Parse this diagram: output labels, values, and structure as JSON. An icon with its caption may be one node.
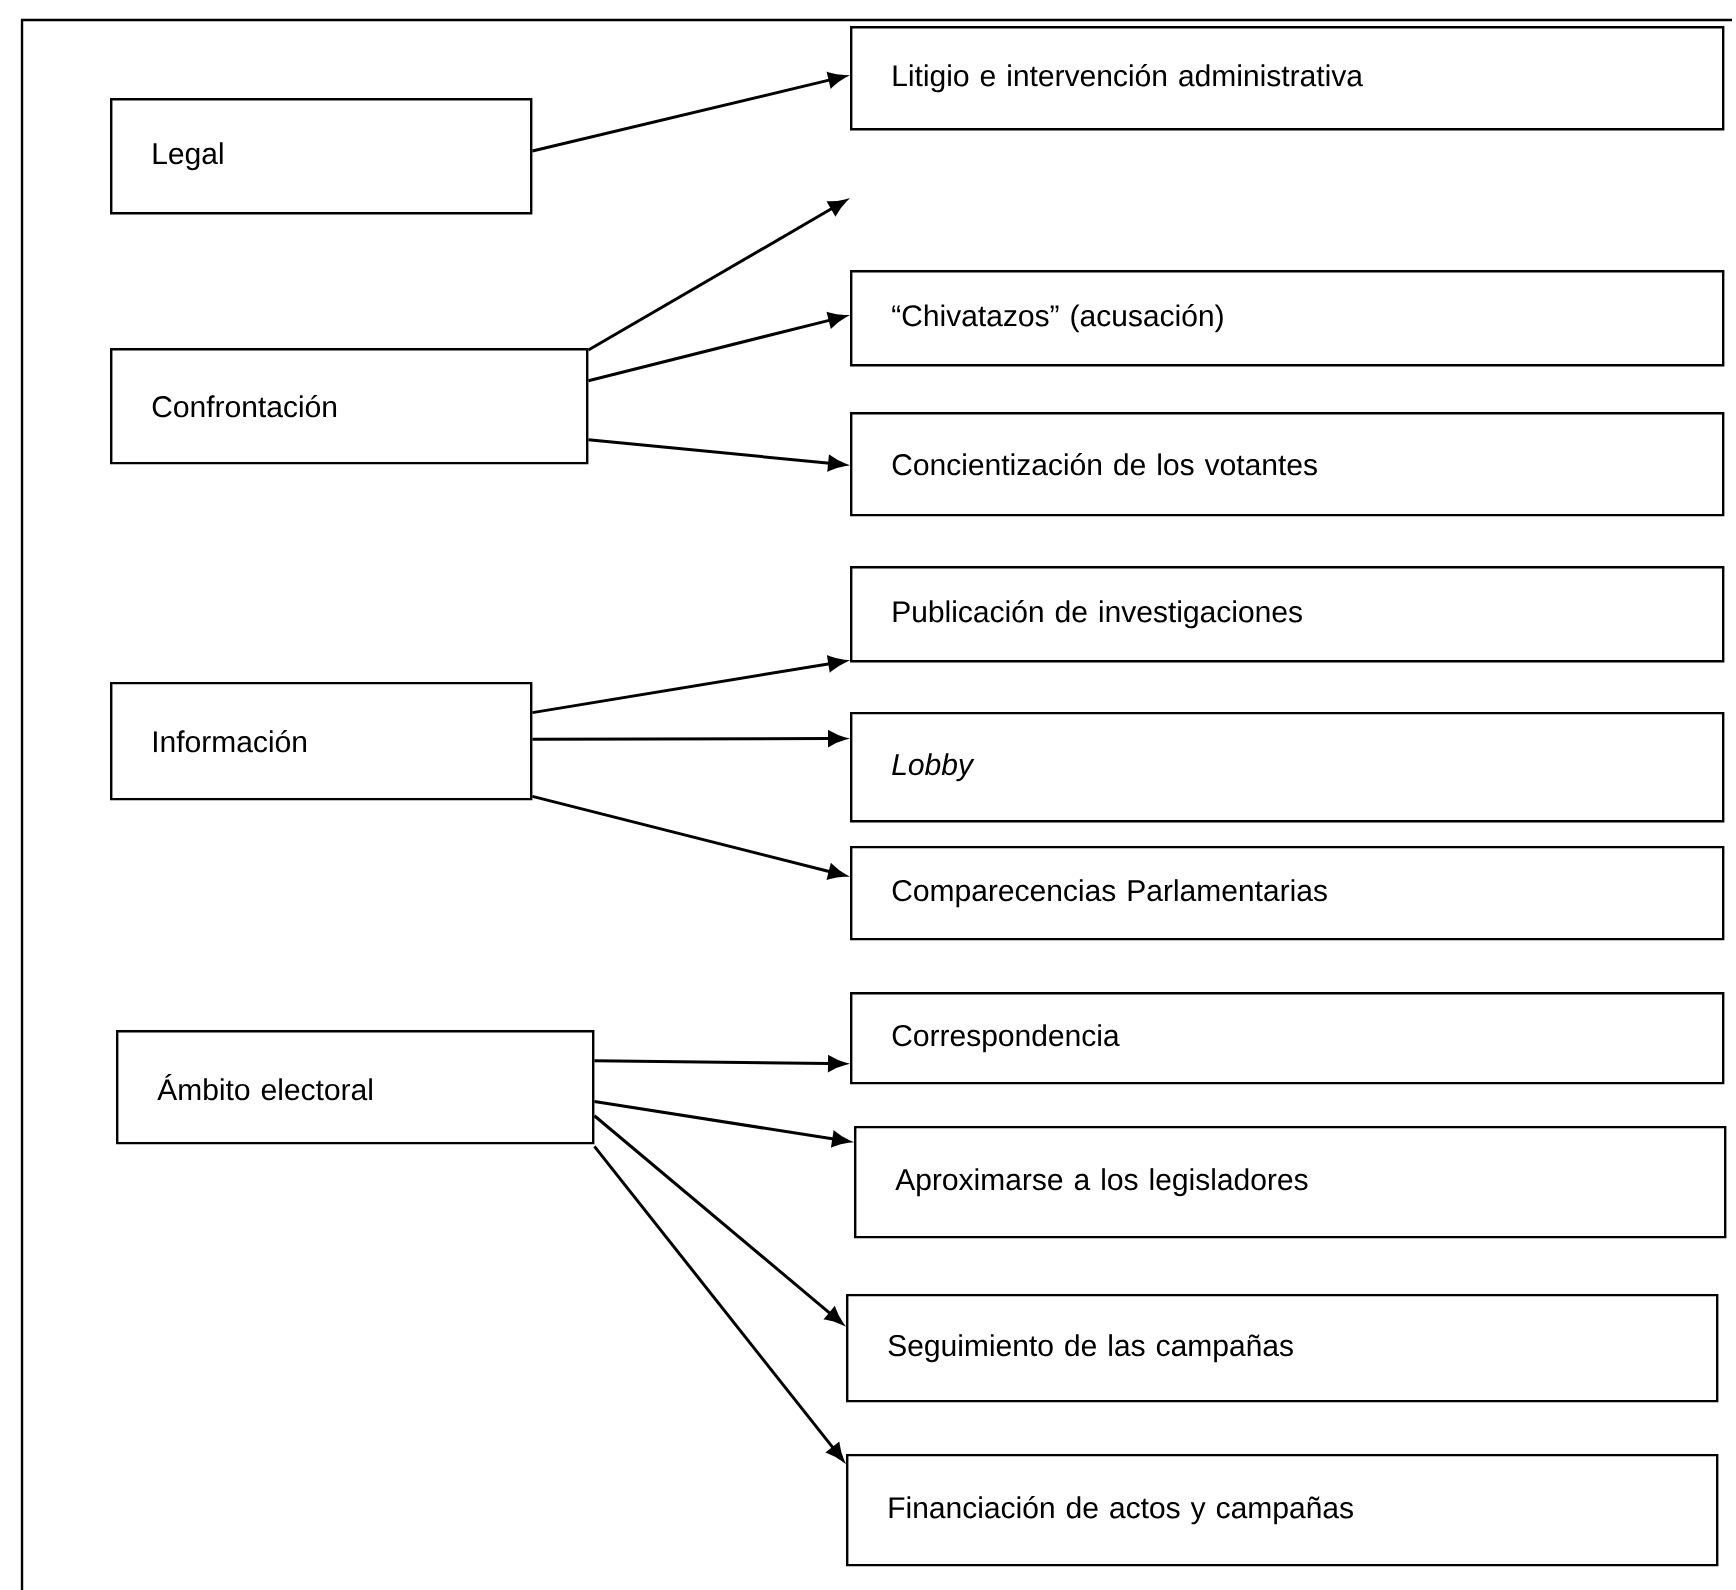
{
  "diagram": {
    "nodes": [
      {
        "text": [
          "Legal"
        ]
      },
      {
        "text": [
          "Confrontación"
        ]
      },
      {
        "text": [
          "Información"
        ]
      },
      {
        "text": [
          "Ámbito electoral"
        ]
      },
      {
        "text": [
          "Litigio e intervención administrativa"
        ]
      },
      {
        "text": [
          "“Chivatazos” (acusación)"
        ]
      },
      {
        "text": [
          "Concientización de los votantes"
        ]
      },
      {
        "text": [
          "Publicación de investigaciones"
        ]
      },
      {
        "text": [
          "Lobby"
        ]
      },
      {
        "text": [
          "Comparecencias Parlamentarias"
        ]
      },
      {
        "text": [
          "Correspondencia"
        ]
      },
      {
        "text": [
          "Aproximarse a los legisladores"
        ]
      },
      {
        "text": [
          "Seguimiento de las campañas"
        ]
      },
      {
        "text": [
          "Financiación de actos y campañas"
        ]
      }
    ],
    "edges": [
      {
        "from": 0,
        "to": 4,
        "arrow": "to"
      },
      {
        "from": 1,
        "to": null,
        "arrow": "to"
      },
      {
        "from": 1,
        "to": 5,
        "arrow": "to"
      },
      {
        "from": 1,
        "to": 6,
        "arrow": "to"
      },
      {
        "from": 2,
        "to": 7,
        "arrow": "to"
      },
      {
        "from": 2,
        "to": 8,
        "arrow": "to"
      },
      {
        "from": 2,
        "to": 9,
        "arrow": "to"
      },
      {
        "from": 3,
        "to": 10,
        "arrow": "to"
      },
      {
        "from": 3,
        "to": 11,
        "arrow": "to"
      },
      {
        "from": 3,
        "to": 12,
        "arrow": "to"
      },
      {
        "from": 3,
        "to": 13,
        "arrow": "to"
      }
    ]
  }
}
